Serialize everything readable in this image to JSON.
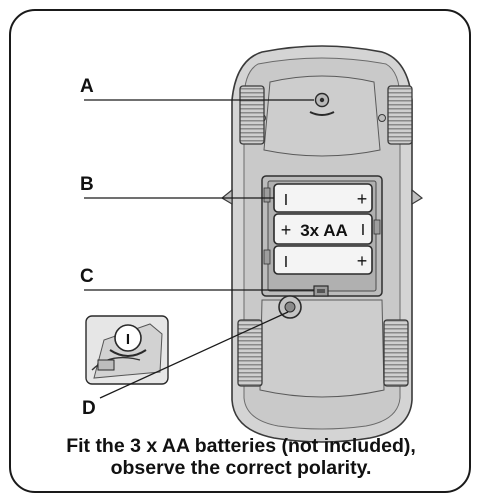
{
  "labels": {
    "a": "A",
    "b": "B",
    "c": "C",
    "d": "D"
  },
  "battery": {
    "middle_label": "3x AA",
    "plus": "+",
    "minus": "I",
    "count": 3
  },
  "switch": {
    "on_symbol": "I"
  },
  "caption": {
    "line1": "Fit the 3 x AA batteries (not included),",
    "line2": "observe the correct polarity."
  },
  "colors": {
    "body": "#d4d4d4",
    "body_dark": "#b3b3b3",
    "outline": "#3a3a3a",
    "battery": "#f4f4f4",
    "tire": "#bdbdbd",
    "frame": "#1a1a1a"
  }
}
